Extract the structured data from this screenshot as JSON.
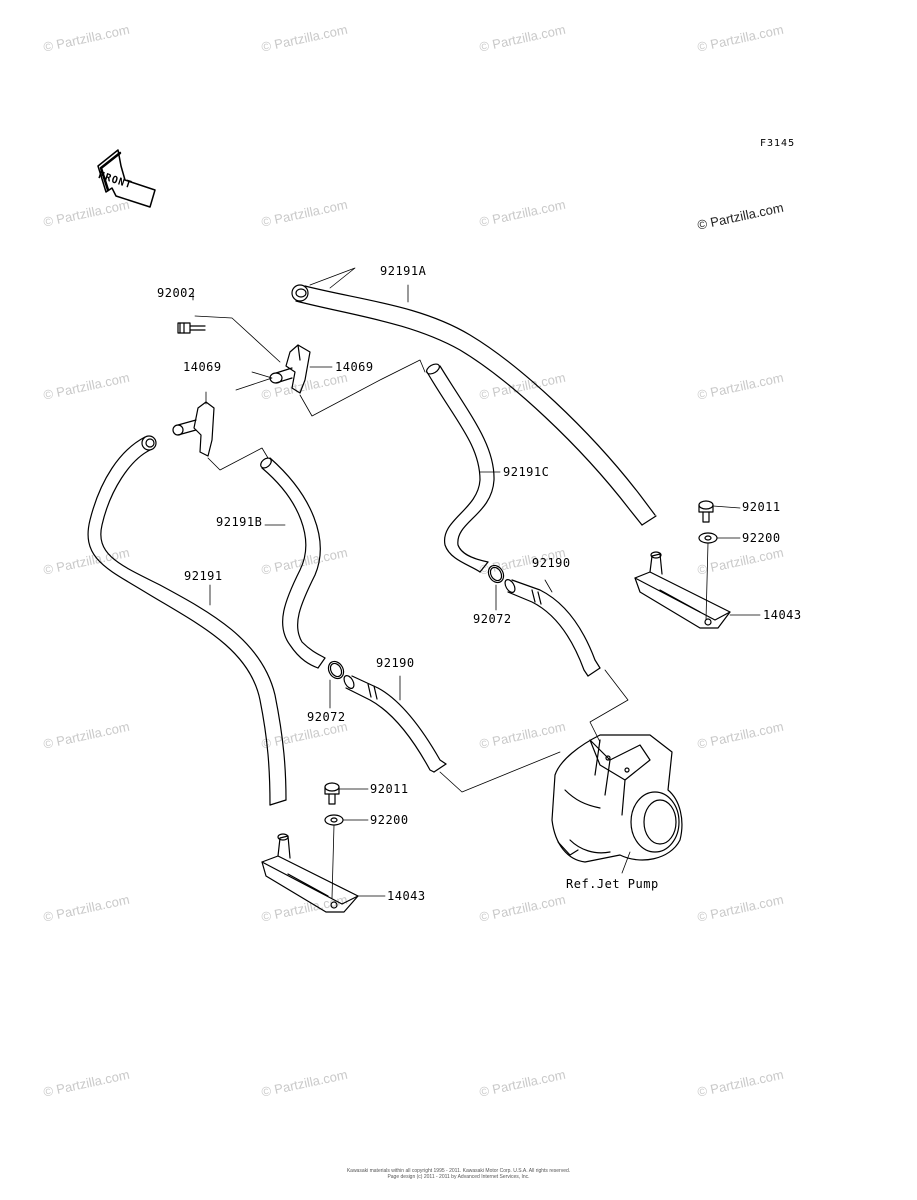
{
  "figure_code": "F3145",
  "front_label": "FRONT",
  "watermark_text": "© Partzilla.com",
  "part_labels": {
    "p92191A": "92191A",
    "p92002": "92002",
    "p14069_left": "14069",
    "p14069_right": "14069",
    "p92191C": "92191C",
    "p92191B": "92191B",
    "p92191": "92191",
    "p92011_right": "92011",
    "p92200_right": "92200",
    "p92190_right": "92190",
    "p92072_right": "92072",
    "p14043_right": "14043",
    "p92190_left": "92190",
    "p92072_left": "92072",
    "p92011_left": "92011",
    "p92200_left": "92200",
    "p14043_left": "14043",
    "ref_jet_pump": "Ref.Jet Pump"
  },
  "footer": {
    "line1": "Kawasaki materials within all copyright 1995 - 2011. Kawasaki Motor Corp. U.S.A. All rights reserved.",
    "line2": "Page design (c) 2011 - 2011 by Advanced Internet Services, Inc."
  }
}
